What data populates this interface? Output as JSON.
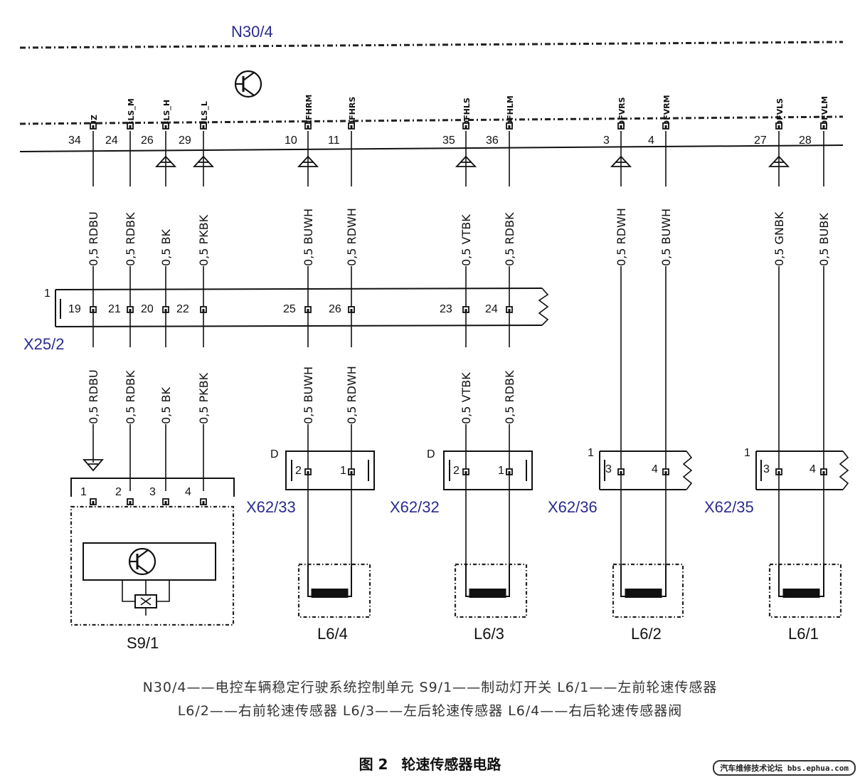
{
  "module": "N30/4",
  "top_signals": [
    "UZ",
    "BLS_M",
    "BLS_H",
    "BLS_L",
    "DFHRM",
    "DFHRS",
    "DFHLS",
    "DFHLM",
    "DFVRS",
    "DFVRM",
    "DFVLS",
    "DFVLM"
  ],
  "top_pins": [
    "34",
    "24",
    "26",
    "29",
    "10",
    "11",
    "35",
    "36",
    "3",
    "4",
    "27",
    "28"
  ],
  "upper_wires": [
    "0,5 RDBU",
    "0,5 RDBK",
    "0,5 BK",
    "0,5 PKBK",
    "0,5 BUWH",
    "0,5 RDWH",
    "0,5 VTBK",
    "0,5 RDBK",
    "0,5 RDWH",
    "0,5 BUWH",
    "0,5 GNBK",
    "0,5 BUBK"
  ],
  "x25": {
    "name": "X25/2",
    "marker": "1",
    "pins": [
      "19",
      "21",
      "20",
      "22",
      "25",
      "26",
      "23",
      "24"
    ]
  },
  "lower_wires": [
    "0,5 RDBU",
    "0,5 RDBK",
    "0,5 BK",
    "0,5 PKBK",
    "0,5 BUWH",
    "0,5 RDWH",
    "0,5 VTBK",
    "0,5 RDBK"
  ],
  "connectors": [
    {
      "name": "X62/33",
      "marker": "D",
      "pins": [
        "2",
        "1"
      ]
    },
    {
      "name": "X62/32",
      "marker": "D",
      "pins": [
        "2",
        "1"
      ]
    },
    {
      "name": "X62/36",
      "marker": "1",
      "pins": [
        "3",
        "4"
      ]
    },
    {
      "name": "X62/35",
      "marker": "1",
      "pins": [
        "3",
        "4"
      ]
    }
  ],
  "switch": {
    "name": "S9/1",
    "pins": [
      "1",
      "2",
      "3",
      "4"
    ]
  },
  "sensors": [
    "L6/4",
    "L6/3",
    "L6/2",
    "L6/1"
  ],
  "legend": {
    "line1": "N30/4——电控车辆稳定行驶系统控制单元  S9/1——制动灯开关  L6/1——左前轮速传感器",
    "line2": "L6/2——右前轮速传感器  L6/3——左后轮速传感器  L6/4——右后轮速传感器阀"
  },
  "caption": {
    "fig": "图 2",
    "title": "轮速传感器电路"
  },
  "watermark": "汽车维修技术论坛 bbs.ephua.com"
}
